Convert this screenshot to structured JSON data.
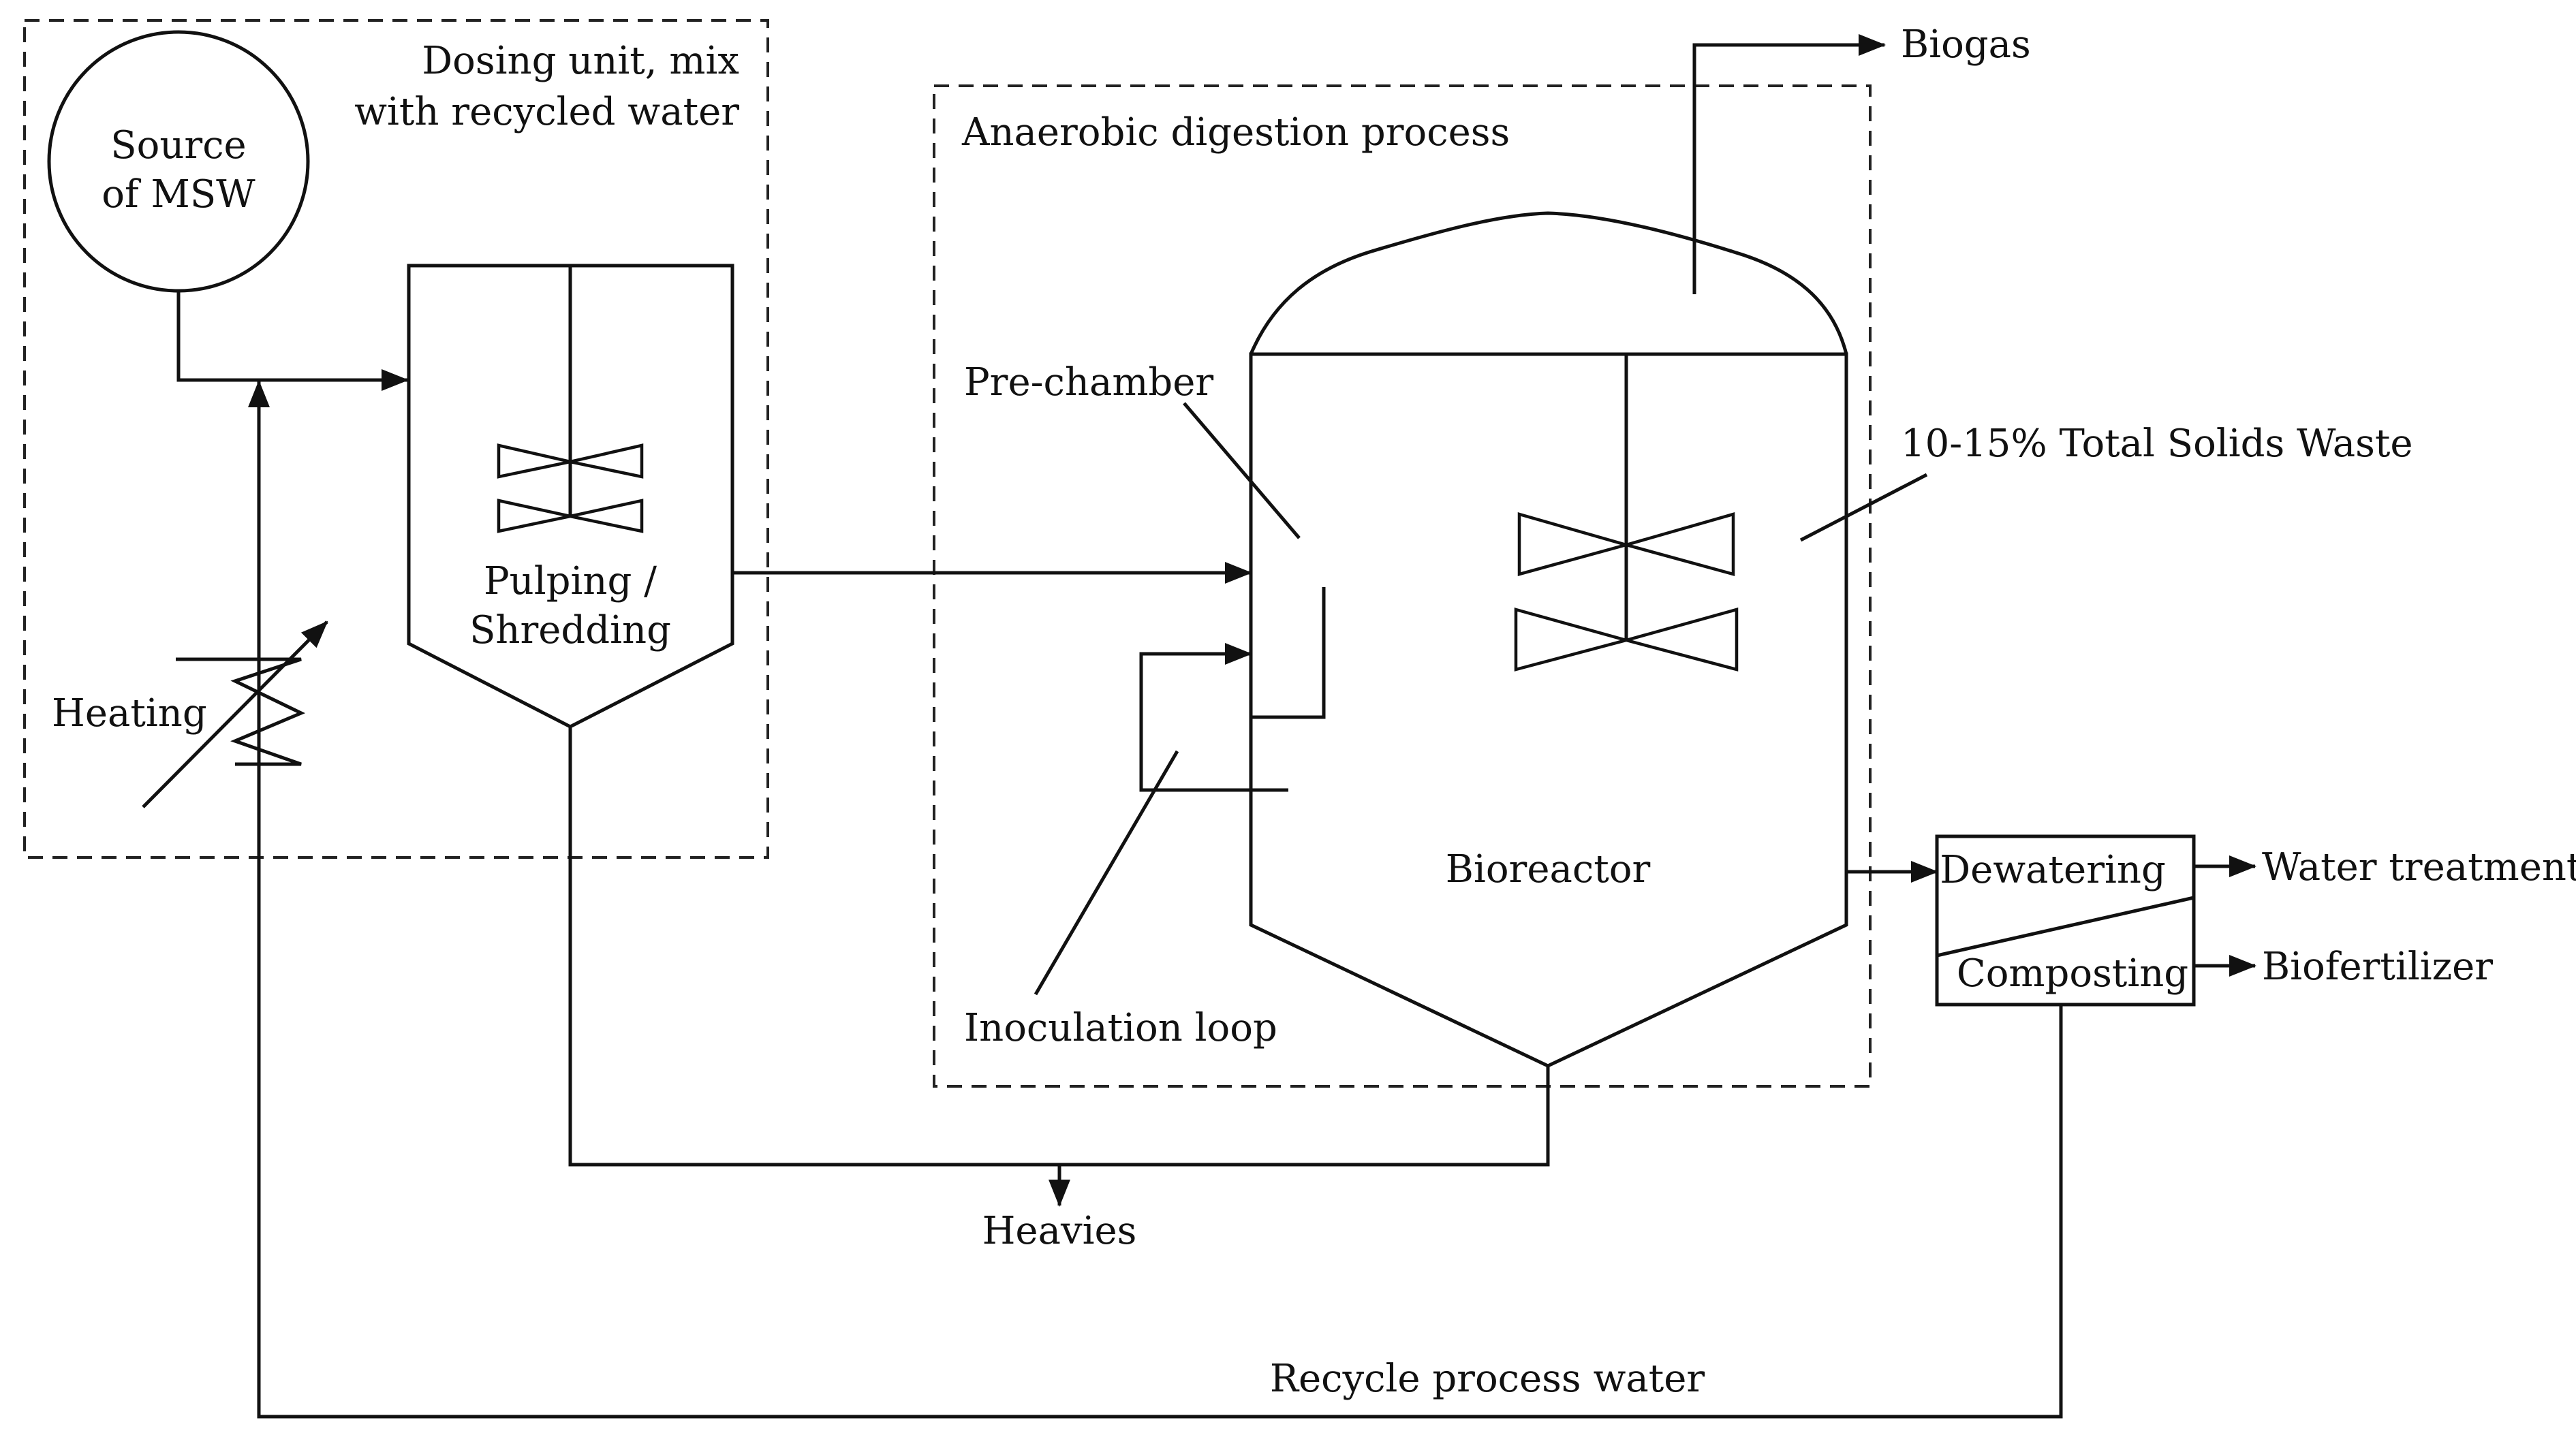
{
  "groups": {
    "dosing": "Dosing unit, mix with recycled water",
    "anaerobic": "Anaerobic digestion process"
  },
  "labels": {
    "source_line1": "Source",
    "source_line2": "of MSW",
    "dosing_line1": "Dosing unit, mix",
    "dosing_line2": "with recycled water",
    "pulping_line1": "Pulping /",
    "pulping_line2": "Shredding",
    "heating": "Heating",
    "anaerobic_title": "Anaerobic digestion process",
    "prechamber": "Pre-chamber",
    "inoculation": "Inoculation loop",
    "bioreactor": "Bioreactor",
    "total_solids": "10-15% Total Solids Waste",
    "biogas": "Biogas",
    "dewatering": "Dewatering",
    "composting": "Composting",
    "water_treatment": "Water treatment",
    "biofertilizer": "Biofertilizer",
    "heavies": "Heavies",
    "recycle": "Recycle process water"
  },
  "edges": [
    {
      "from": "Source of MSW",
      "to": "Pulping / Shredding"
    },
    {
      "from": "Pulping / Shredding",
      "to": "Bioreactor"
    },
    {
      "from": "Inoculation loop",
      "to": "Bioreactor"
    },
    {
      "from": "Bioreactor",
      "to": "Biogas"
    },
    {
      "from": "Bioreactor",
      "to": "Dewatering"
    },
    {
      "from": "Dewatering",
      "to": "Water treatment"
    },
    {
      "from": "Composting",
      "to": "Biofertilizer"
    },
    {
      "from": "Pulping / Shredding",
      "to": "Heavies"
    },
    {
      "from": "Bioreactor",
      "to": "Heavies"
    },
    {
      "from": "Composting",
      "to": "Recycle process water"
    },
    {
      "from": "Recycle process water",
      "to": "Pulping / Shredding"
    }
  ]
}
